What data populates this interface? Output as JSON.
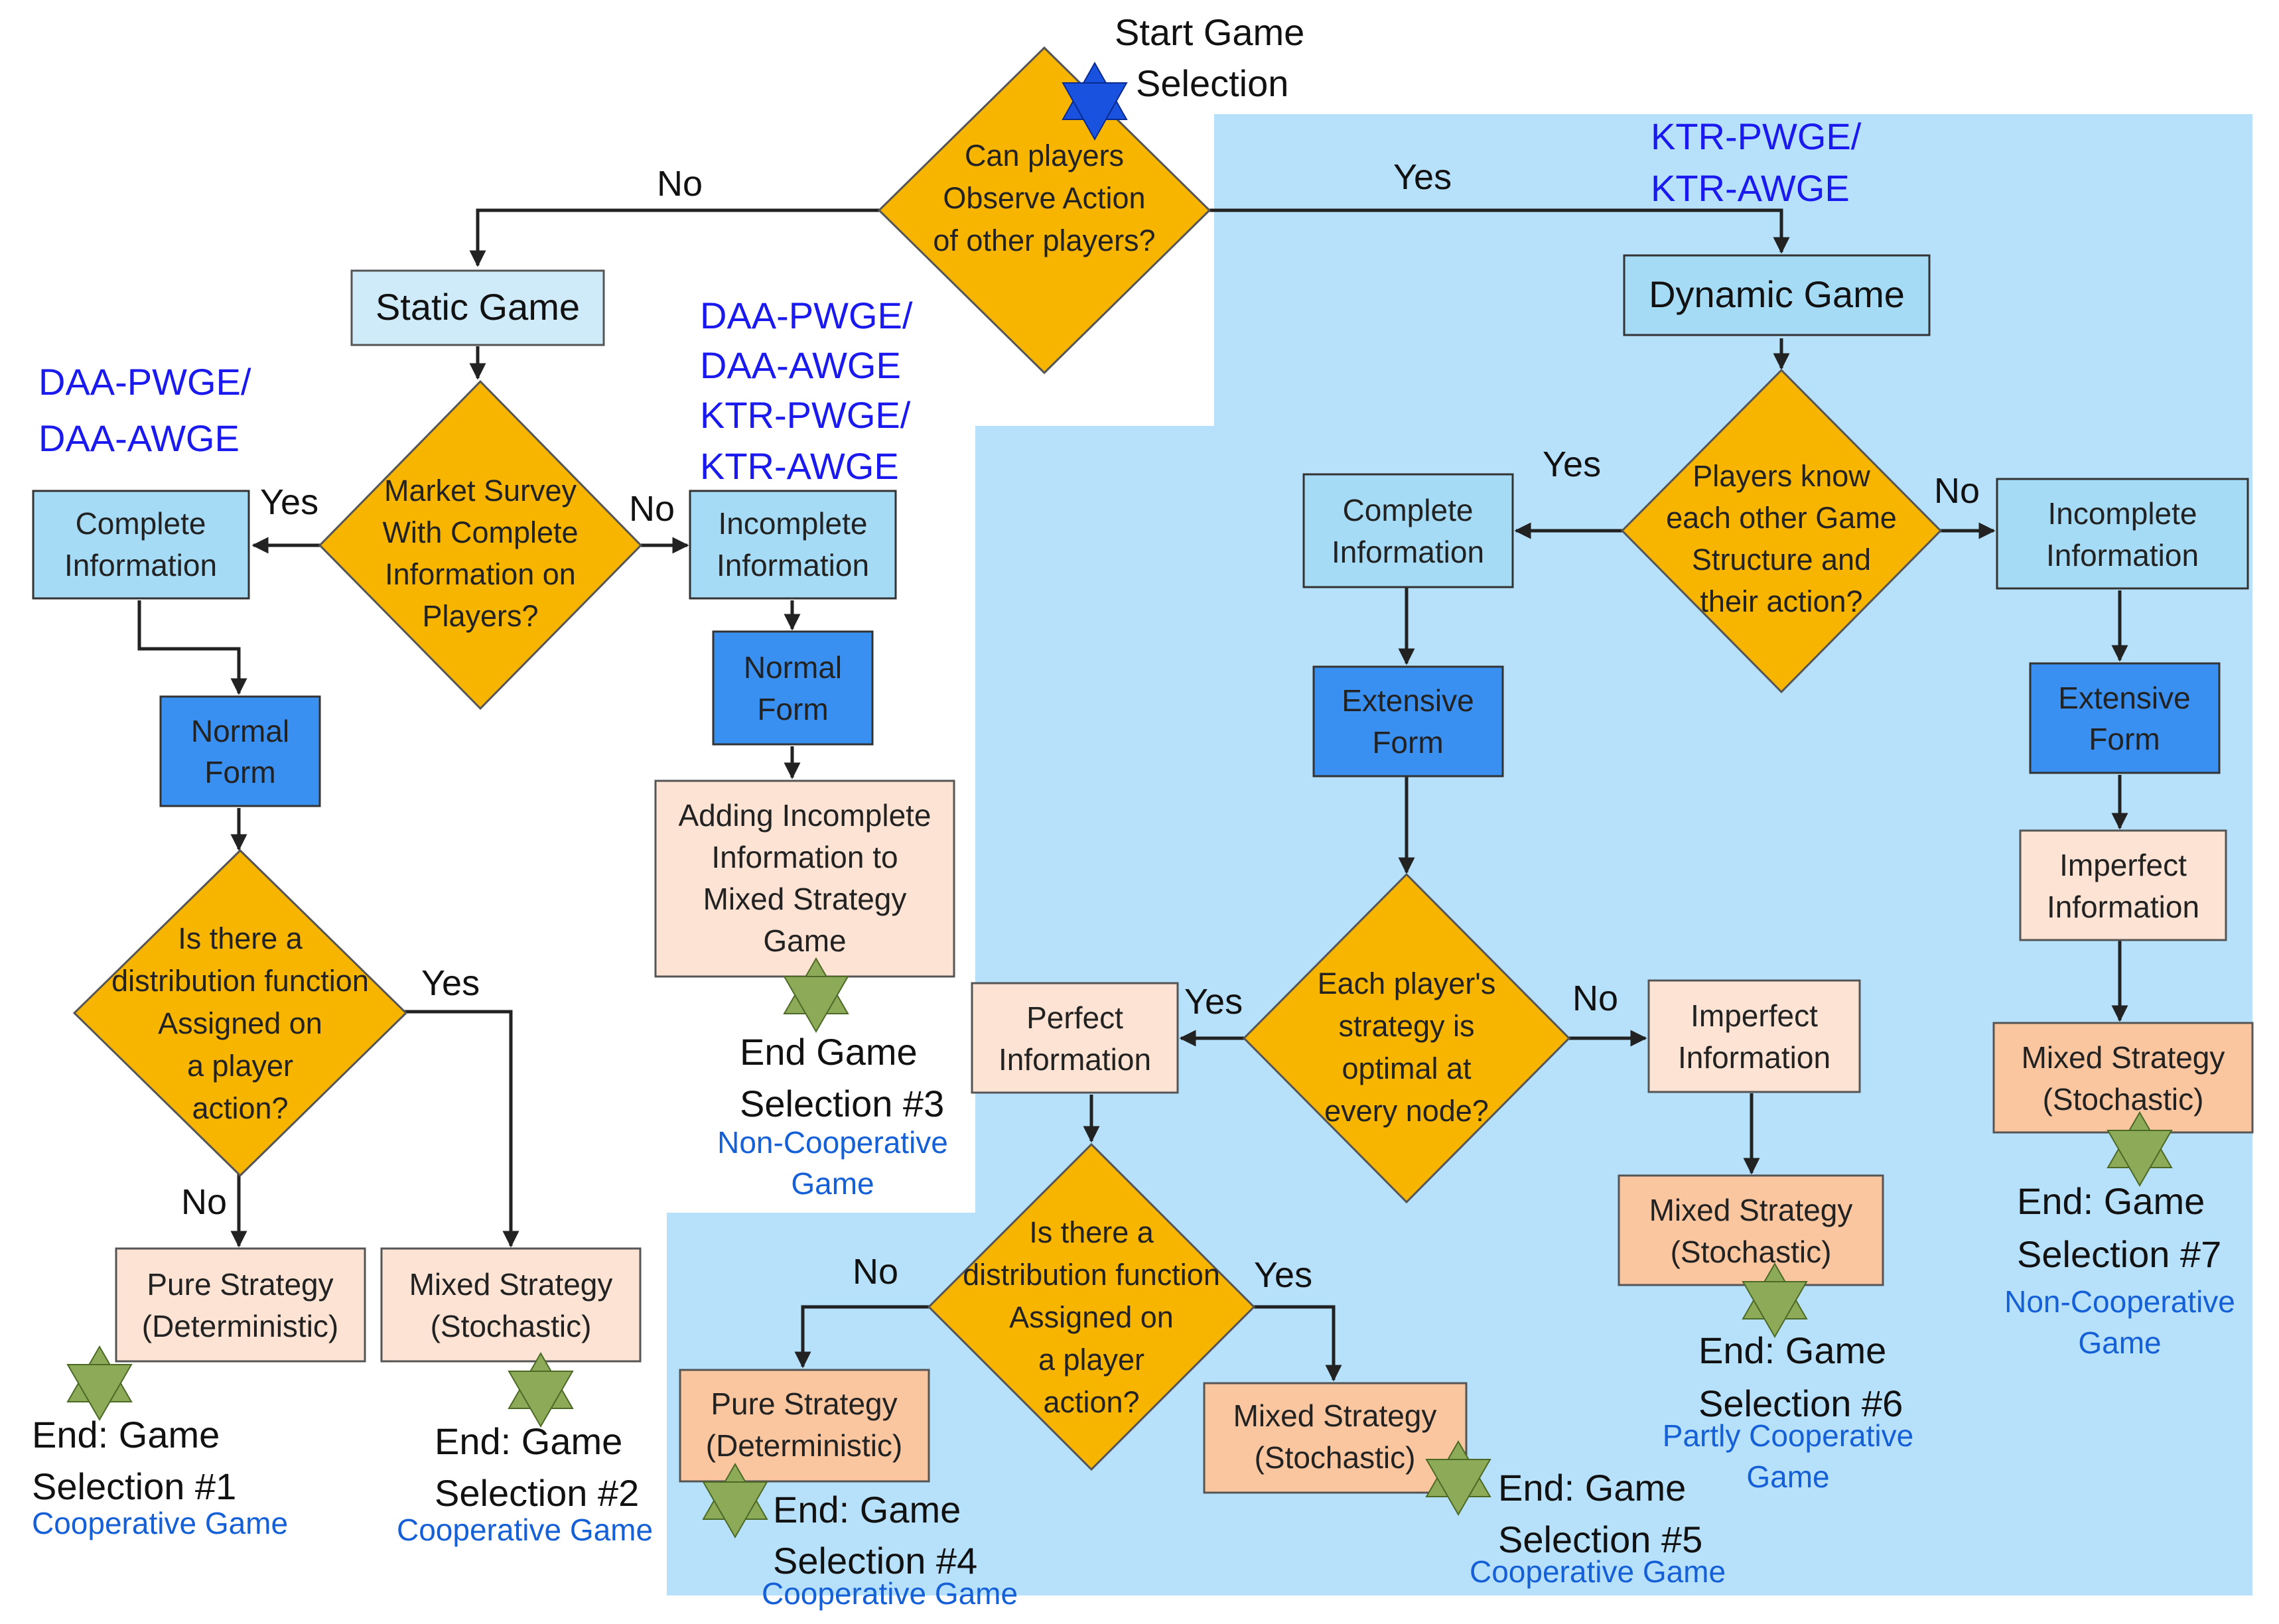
{
  "start": {
    "line1": "Start Game",
    "line2": "Selection"
  },
  "decisions": {
    "observe": [
      "Can players",
      "Observe Action",
      "of other players?"
    ],
    "market": [
      "Market Survey",
      "With Complete",
      "Information on",
      "Players?"
    ],
    "distribution_static": [
      "Is there a",
      "distribution function",
      "Assigned on",
      "a player",
      "action?"
    ],
    "know": [
      "Players know",
      "each other Game",
      "Structure and",
      "their action?"
    ],
    "optimal": [
      "Each player's",
      "strategy is",
      "optimal at",
      "every node?"
    ],
    "distribution_dynamic": [
      "Is there a",
      "distribution function",
      "Assigned on",
      "a player",
      "action?"
    ]
  },
  "boxes": {
    "static_game": [
      "Static Game"
    ],
    "dynamic_game": [
      "Dynamic Game"
    ],
    "complete_info_static": [
      "Complete",
      "Information"
    ],
    "incomplete_info_static": [
      "Incomplete",
      "Information"
    ],
    "normal_form_left": [
      "Normal",
      "Form"
    ],
    "normal_form_mid": [
      "Normal",
      "Form"
    ],
    "adding_incomplete": [
      "Adding  Incomplete",
      "Information to",
      "Mixed Strategy",
      "Game"
    ],
    "pure_left": [
      "Pure Strategy",
      "(Deterministic)"
    ],
    "mixed_left": [
      "Mixed Strategy",
      "(Stochastic)"
    ],
    "complete_info_dyn": [
      "Complete",
      "Information"
    ],
    "incomplete_info_dyn": [
      "Incomplete",
      "Information"
    ],
    "extensive_mid": [
      "Extensive",
      "Form"
    ],
    "extensive_right": [
      "Extensive",
      "Form"
    ],
    "imperfect_right": [
      "Imperfect",
      "Information"
    ],
    "mixed_right": [
      "Mixed Strategy",
      "(Stochastic)"
    ],
    "perfect_info": [
      "Perfect",
      "Information"
    ],
    "imperfect_mid": [
      "Imperfect",
      "Information"
    ],
    "mixed_mid": [
      "Mixed Strategy",
      "(Stochastic)"
    ],
    "pure_bottom": [
      "Pure Strategy",
      "(Deterministic)"
    ],
    "mixed_bottom": [
      "Mixed Strategy",
      "(Stochastic)"
    ]
  },
  "edge_labels": {
    "observe_no": "No",
    "observe_yes": "Yes",
    "market_yes": "Yes",
    "market_no": "No",
    "dist_static_yes": "Yes",
    "dist_static_no": "No",
    "know_yes": "Yes",
    "know_no": "No",
    "optimal_yes": "Yes",
    "optimal_no": "No",
    "dist_dyn_no": "No",
    "dist_dyn_yes": "Yes"
  },
  "annotations": {
    "daa_left": [
      "DAA-PWGE/",
      "DAA-AWGE"
    ],
    "daa_ktr_mid": [
      "DAA-PWGE/",
      "DAA-AWGE",
      "KTR-PWGE/",
      "KTR-AWGE"
    ],
    "ktr_top": [
      "KTR-PWGE/",
      "KTR-AWGE"
    ]
  },
  "ends": {
    "end1": {
      "lines": [
        "End: Game",
        "Selection #1"
      ],
      "type": "Cooperative Game"
    },
    "end2": {
      "lines": [
        "End: Game",
        "Selection #2"
      ],
      "type": "Cooperative Game"
    },
    "end3": {
      "lines": [
        "End Game",
        "Selection #3"
      ],
      "type": [
        "Non-Cooperative",
        "Game"
      ]
    },
    "end4": {
      "lines": [
        "End: Game",
        "Selection #4"
      ],
      "type": "Cooperative Game"
    },
    "end5": {
      "lines": [
        "End: Game",
        "Selection #5"
      ],
      "type": "Cooperative Game"
    },
    "end6": {
      "lines": [
        "End: Game",
        "Selection #6"
      ],
      "type": [
        "Partly Cooperative",
        "Game"
      ]
    },
    "end7": {
      "lines": [
        "End: Game",
        "Selection #7"
      ],
      "type": [
        "Non-Cooperative",
        "Game"
      ]
    }
  },
  "colors": {
    "region": "#b7e1fa",
    "decision": "#f7b500",
    "box_pale_blue": "#cfeaf9",
    "box_mid_blue": "#a6dbf6",
    "box_dark_blue": "#3a90f0",
    "box_cream": "#fde3d3",
    "box_peach": "#f9c6a0",
    "star_green": "#8daa58",
    "star_blue": "#1a52e0"
  }
}
